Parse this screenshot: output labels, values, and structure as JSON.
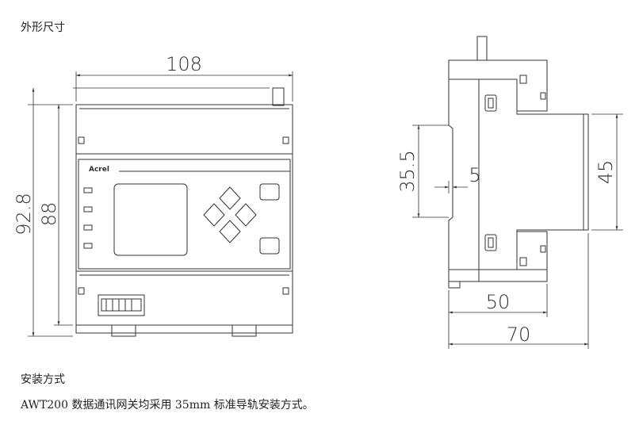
{
  "headings": {
    "outline_dimensions": "外形尺寸",
    "installation_method": "安装方式"
  },
  "installation_text": "AWT200 数据通讯网关均采用 35mm 标准导轨安装方式。",
  "front_view": {
    "brand": "Acrel",
    "dimensions": {
      "width": "108",
      "height_total": "92.8",
      "height_body": "88"
    }
  },
  "side_view": {
    "dimensions": {
      "rail_height": "35.5",
      "rail_depth": "5",
      "neck_height": "45",
      "body_depth": "50",
      "total_depth": "70"
    }
  }
}
